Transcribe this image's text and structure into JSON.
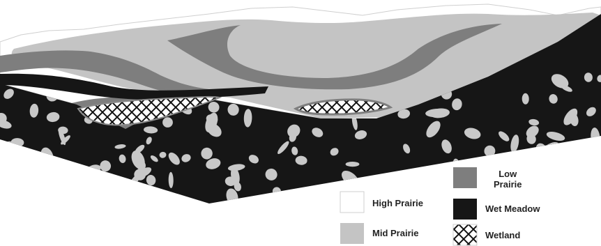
{
  "legend": {
    "items": [
      {
        "key": "low_prairie",
        "label_line1": "Low",
        "label_line2": "Prairie",
        "color": "#7e7e7e",
        "pattern": "solid"
      },
      {
        "key": "high_prairie",
        "label": "High Prairie",
        "color": "#ffffff",
        "pattern": "solid"
      },
      {
        "key": "wet_meadow",
        "label": "Wet Meadow",
        "color": "#161616",
        "pattern": "solid"
      },
      {
        "key": "mid_prairie",
        "label": "Mid Prairie",
        "color": "#c4c4c4",
        "pattern": "solid"
      },
      {
        "key": "wetland",
        "label": "Wetland",
        "color": "#ffffff",
        "pattern": "crosshatch"
      }
    ]
  },
  "colors": {
    "high_prairie": "#ffffff",
    "mid_prairie": "#c4c4c4",
    "low_prairie": "#7e7e7e",
    "wet_meadow": "#161616",
    "soil_pebble": "#c8c8c8",
    "wetland_hatch": "#111111"
  }
}
